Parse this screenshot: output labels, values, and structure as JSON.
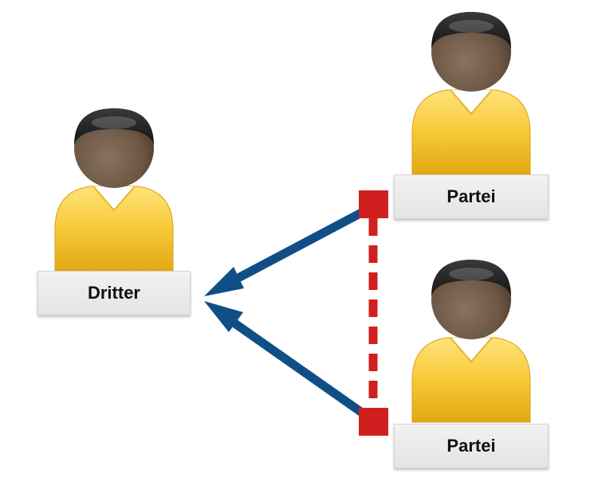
{
  "nodes": {
    "third_party": {
      "label": "Dritter",
      "icon": "person-icon"
    },
    "party_top": {
      "label": "Partei",
      "icon": "person-icon"
    },
    "party_bottom": {
      "label": "Partei",
      "icon": "person-icon"
    }
  },
  "colors": {
    "arrow": "#0f4f86",
    "link": "#d01f1f",
    "shirt": "#f6c938",
    "skin": "#6b5543",
    "hair": "#1e1e1e"
  }
}
